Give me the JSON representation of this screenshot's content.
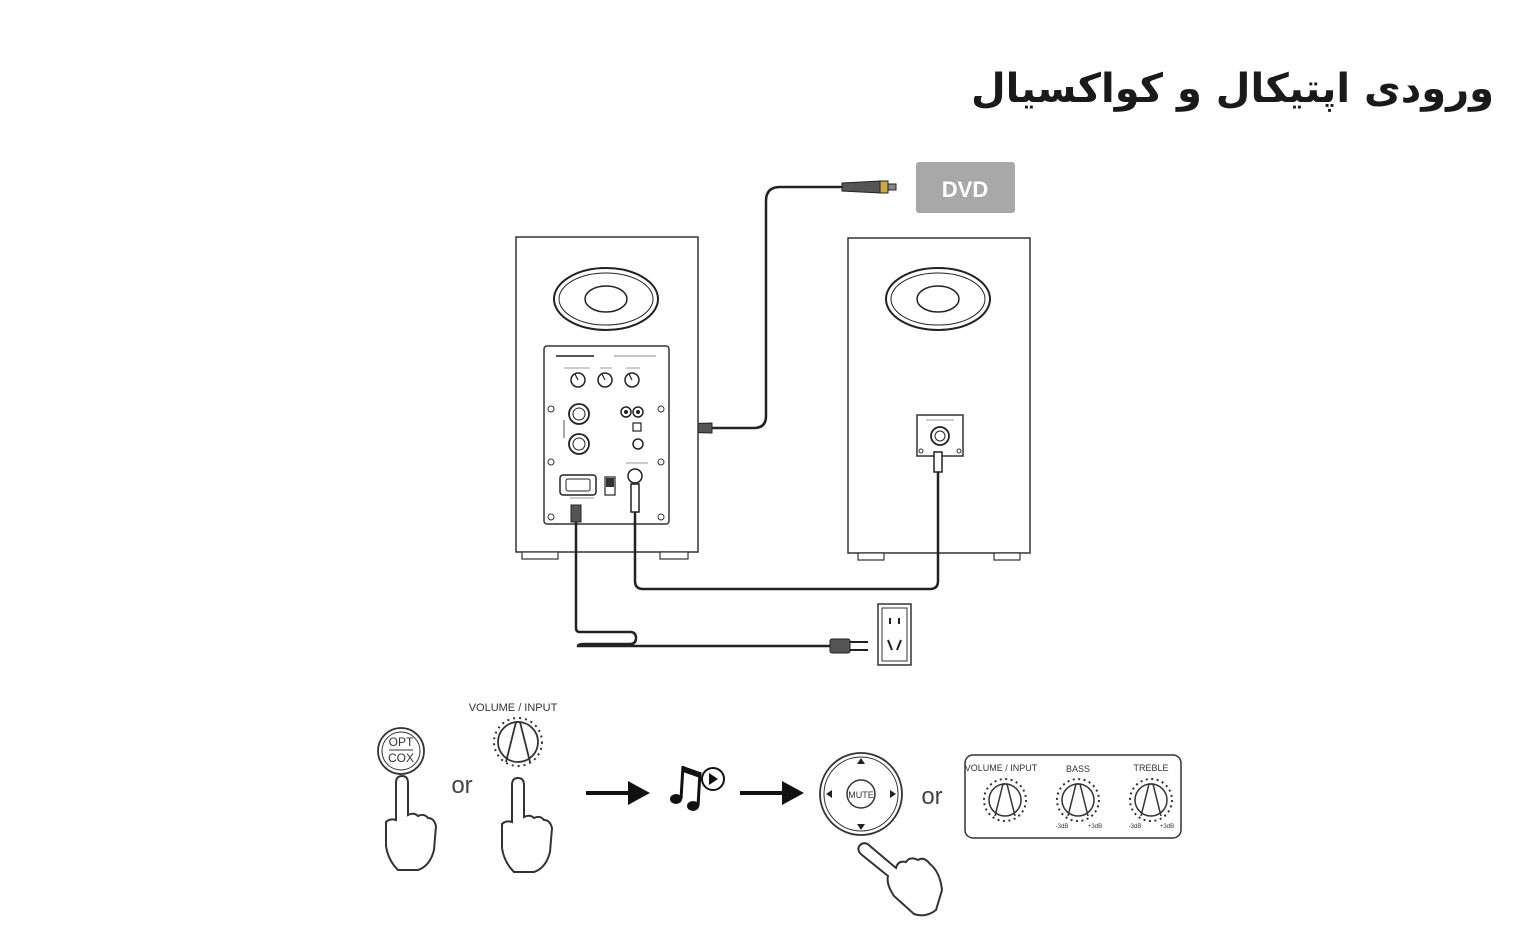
{
  "page": {
    "title": "ورودی اپتیکال و کواکسیال"
  },
  "device": {
    "dvd_label": "DVD"
  },
  "steps": {
    "opt_label": "OPT",
    "cox_label": "COX",
    "or_1": "or",
    "volume_input_title": "VOLUME  / INPUT",
    "mute_label": "MUTE",
    "or_2": "or",
    "panel": {
      "volume_input": "VOLUME / INPUT",
      "bass": "BASS",
      "treble": "TREBLE",
      "bass_min": "-3dB",
      "bass_max": "+3dB",
      "treble_min": "-3dB",
      "treble_max": "+3dB"
    }
  }
}
